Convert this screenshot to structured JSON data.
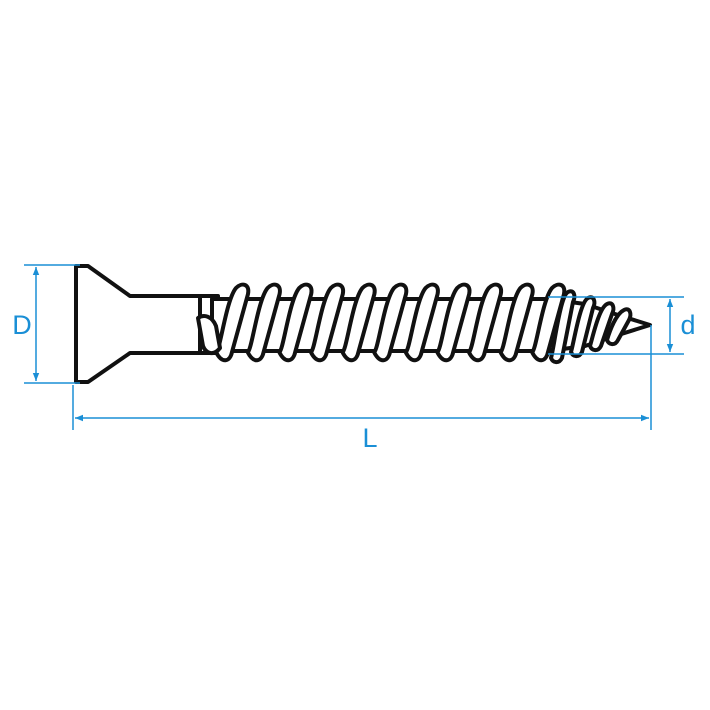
{
  "labels": {
    "head_diameter": "D",
    "thread_diameter": "d",
    "length": "L"
  },
  "colors": {
    "dimension": "#1a8fd6",
    "outline": "#111111",
    "background": "#ffffff"
  }
}
